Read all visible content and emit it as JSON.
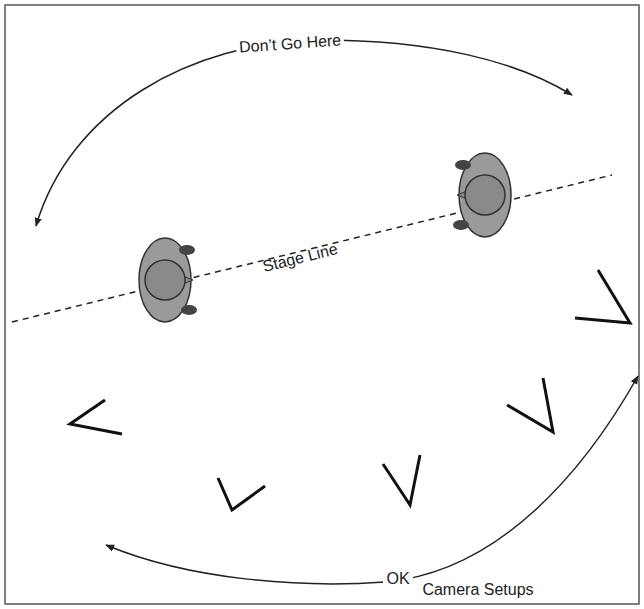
{
  "diagram": {
    "labels": [
      "Don’t Go Here",
      "Stage Line",
      "OK",
      "Camera Setups"
    ]
  }
}
